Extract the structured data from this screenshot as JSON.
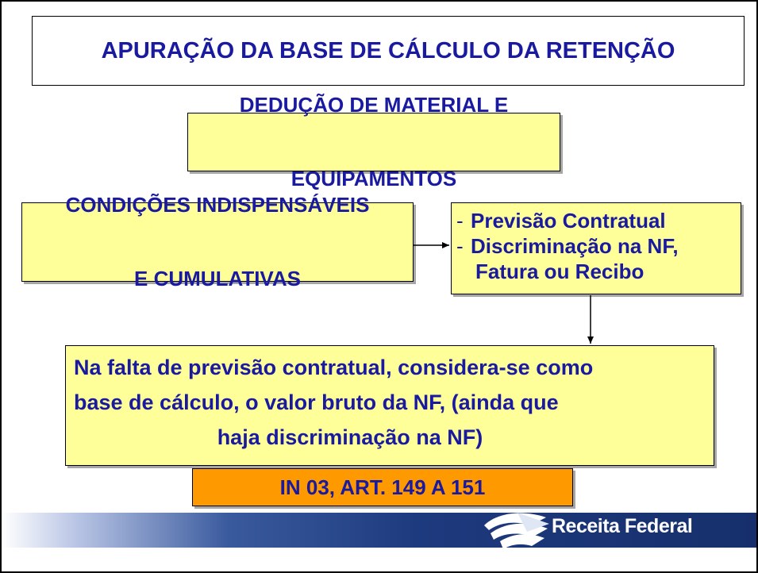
{
  "title": "APURAÇÃO DA BASE DE CÁLCULO DA RETENÇÃO",
  "deduction": {
    "line1": "DEDUÇÃO DE MATERIAL E",
    "line2": "EQUIPAMENTOS"
  },
  "conditions": {
    "line1": "CONDIÇÕES INDISPENSÁVEIS",
    "line2": "E CUMULATIVAS"
  },
  "requirements": {
    "bullet": "-",
    "items": [
      "Previsão Contratual",
      "Discriminação na NF,"
    ],
    "continuation": "Fatura ou Recibo"
  },
  "note": {
    "line1": "Na falta de previsão contratual, considera-se como",
    "line2": "base de cálculo, o valor bruto da NF, (ainda que",
    "line3": "haja discriminação na NF)"
  },
  "reference": "IN 03, ART. 149 A 151",
  "footer": {
    "brand": "Receita Federal",
    "band_color": "#1e3a7e"
  },
  "colors": {
    "text": "#1a1aa0",
    "yellow": "#ffff99",
    "orange": "#ff9900"
  }
}
